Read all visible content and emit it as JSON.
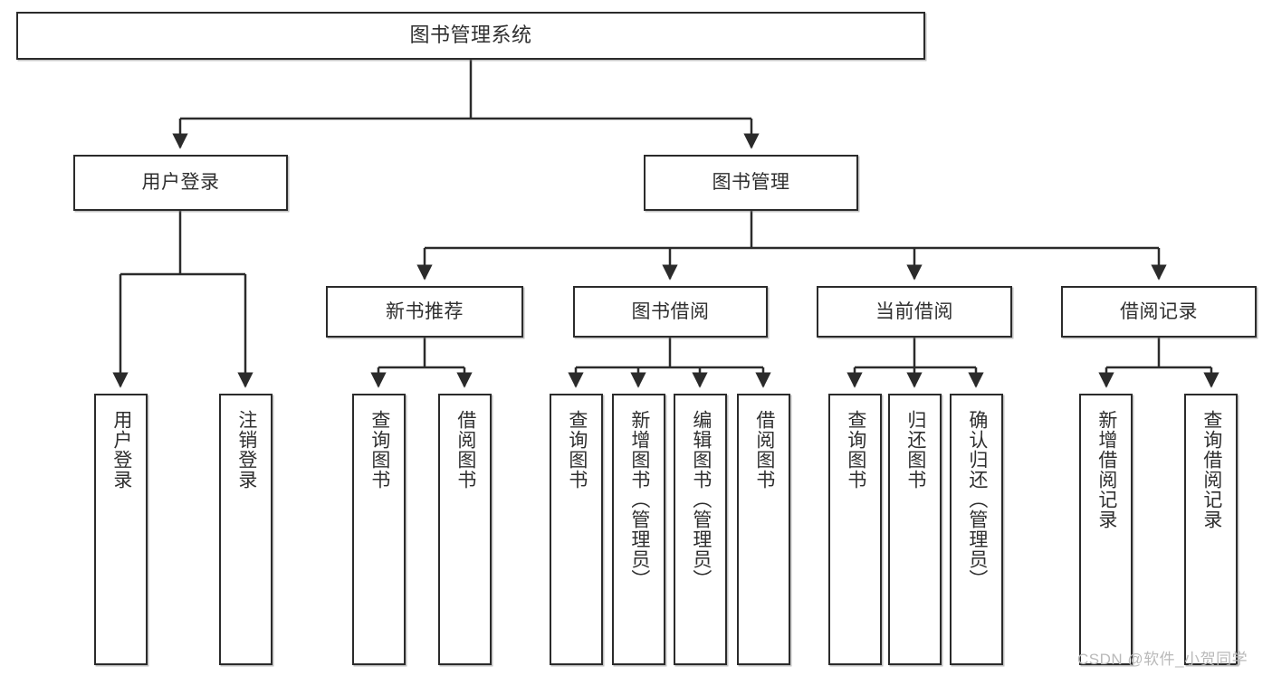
{
  "diagram": {
    "type": "tree",
    "title": "图书管理系统",
    "orientation": "top-down",
    "colors": {
      "box_border": "#2b2b2b",
      "box_fill": "#ffffff",
      "text": "#2f2f2f",
      "edge": "#2b2b2b",
      "watermark": "#b9b9b9",
      "background": "#ffffff"
    }
  },
  "nodes": {
    "root": {
      "label": "图书管理系统"
    },
    "level1": [
      {
        "id": "user-login",
        "label": "用户登录"
      },
      {
        "id": "book-management",
        "label": "图书管理"
      }
    ],
    "level2": [
      {
        "id": "new-book-recommend",
        "label": "新书推荐"
      },
      {
        "id": "book-borrow",
        "label": "图书借阅"
      },
      {
        "id": "current-borrow",
        "label": "当前借阅"
      },
      {
        "id": "borrow-record",
        "label": "借阅记录"
      }
    ],
    "leaves": {
      "user-login": [
        {
          "id": "leaf-user-login",
          "label": "用户登录"
        },
        {
          "id": "leaf-user-logout",
          "label": "注销登录"
        }
      ],
      "new-book-recommend": [
        {
          "id": "leaf-query-book-1",
          "label": "查询图书"
        },
        {
          "id": "leaf-borrow-book-1",
          "label": "借阅图书"
        }
      ],
      "book-borrow": [
        {
          "id": "leaf-query-book-2",
          "label": "查询图书"
        },
        {
          "id": "leaf-add-book",
          "label": "新增图书（管理员）"
        },
        {
          "id": "leaf-edit-book",
          "label": "编辑图书（管理员）"
        },
        {
          "id": "leaf-borrow-book-2",
          "label": "借阅图书"
        }
      ],
      "current-borrow": [
        {
          "id": "leaf-query-book-3",
          "label": "查询图书"
        },
        {
          "id": "leaf-return-book",
          "label": "归还图书"
        },
        {
          "id": "leaf-confirm-return",
          "label": "确认归还（管理员）"
        }
      ],
      "borrow-record": [
        {
          "id": "leaf-add-record",
          "label": "新增借阅记录"
        },
        {
          "id": "leaf-query-record",
          "label": "查询借阅记录"
        }
      ]
    }
  },
  "watermark": {
    "text": "CSDN @软件_小贺同学"
  }
}
